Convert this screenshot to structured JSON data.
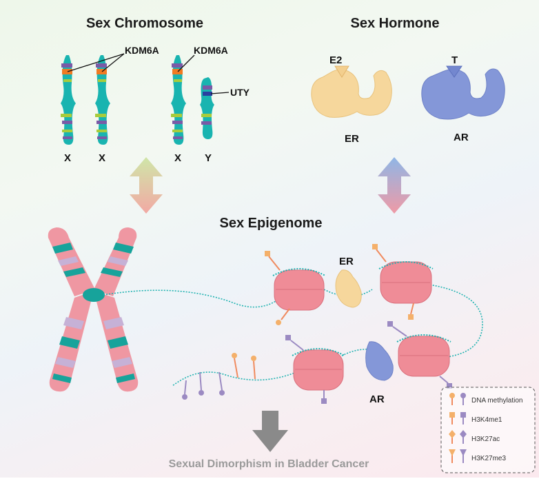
{
  "titles": {
    "chromosome": "Sex Chromosome",
    "hormone": "Sex Hormone",
    "epigenome": "Sex Epigenome",
    "bottom": "Sexual Dimorphism in Bladder Cancer"
  },
  "chromosome_labels": {
    "kdm6a_left": "KDM6A",
    "kdm6a_right": "KDM6A",
    "uty": "UTY",
    "x1": "X",
    "x2": "X",
    "x3": "X",
    "y": "Y"
  },
  "hormone_labels": {
    "e2": "E2",
    "er": "ER",
    "t": "T",
    "ar": "AR"
  },
  "epigenome_labels": {
    "er": "ER",
    "ar": "AR"
  },
  "legend": {
    "items": [
      "DNA methylation",
      "H3K4me1",
      "H3K27ac",
      "H3K27me3"
    ]
  },
  "colors": {
    "chromatid_teal": "#19b4b0",
    "band_purple": "#7a5aa6",
    "band_green": "#a8cc3c",
    "kdm6a_orange": "#f07a22",
    "uty_blue": "#2a3fa0",
    "estrogen_receptor": "#f6d79c",
    "androgen_receptor": "#8497d8",
    "nucleosome": "#ef8c97",
    "x_chrom_pink": "#ef97a2",
    "x_chrom_lilac": "#c6b1d6",
    "x_chrom_teal": "#17a39b"
  }
}
